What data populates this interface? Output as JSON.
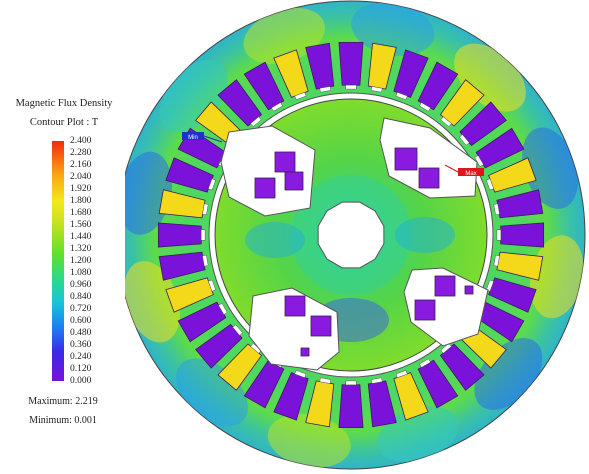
{
  "legend": {
    "title_line1": "Magnetic Flux Density",
    "title_line2": "Contour Plot : T",
    "ticks": [
      "2.400",
      "2.280",
      "2.160",
      "2.040",
      "1.920",
      "1.800",
      "1.680",
      "1.560",
      "1.440",
      "1.320",
      "1.200",
      "1.080",
      "0.960",
      "0.840",
      "0.720",
      "0.600",
      "0.480",
      "0.360",
      "0.240",
      "0.120",
      "0.000"
    ],
    "maximum_label": "Maximum: 2.219",
    "minimum_label": "Minimum: 0.001"
  },
  "markers": {
    "min_label": "Min",
    "max_label": "Max"
  },
  "colors": {
    "stator_outer": "#38c0a6",
    "stator_inner": "#48d06a",
    "tooth_low": "#7a12d9",
    "tooth_high": "#f3d91a",
    "rotor": "#55d448",
    "magnet": "#8b1ae0",
    "max_marker": "#e0141b",
    "min_marker": "#2030c8"
  },
  "stator_slot_count": 36,
  "rotor_pole_count": 4
}
